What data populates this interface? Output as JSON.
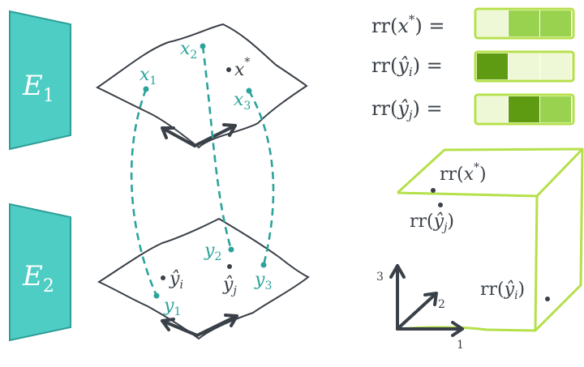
{
  "colors": {
    "teal": "#4ECDC4",
    "teal_dark": "#2E9E97",
    "teal_text": "#2BA39A",
    "ink": "#3A4048",
    "lime_border": "#B5E04A",
    "green_light": "#EEF8D6",
    "green_mid": "#98D24E",
    "green_dark": "#5E9A12",
    "cube_stroke": "#B5E04A"
  },
  "encoders": [
    {
      "letter": "E",
      "sub": "1"
    },
    {
      "letter": "E",
      "sub": "2"
    }
  ],
  "upper_points": {
    "x1": {
      "base": "x",
      "sub": "1"
    },
    "x2": {
      "base": "x",
      "sub": "2"
    },
    "x3": {
      "base": "x",
      "sub": "3"
    },
    "xstar": {
      "base": "x",
      "sup": "*"
    }
  },
  "lower_points": {
    "y1": {
      "base": "y",
      "sub": "1"
    },
    "y2": {
      "base": "y",
      "sub": "2"
    },
    "y3": {
      "base": "y",
      "sub": "3"
    },
    "yi": {
      "base": "ŷ",
      "sub": "i"
    },
    "yj": {
      "base": "ŷ",
      "sub": "j"
    }
  },
  "rr_rows": [
    {
      "prefix": "rr(",
      "arg": "x",
      "mark": "*",
      "mark_kind": "sup",
      "suffix": ") =",
      "cells": [
        "light",
        "mid",
        "mid"
      ]
    },
    {
      "prefix": "rr(",
      "arg": "ŷ",
      "mark": "i",
      "mark_kind": "sub",
      "suffix": ") =",
      "cells": [
        "dark",
        "light",
        "light"
      ]
    },
    {
      "prefix": "rr(",
      "arg": "ŷ",
      "mark": "j",
      "mark_kind": "sub",
      "suffix": ") =",
      "cells": [
        "light",
        "dark",
        "mid"
      ]
    }
  ],
  "cube": {
    "labels": {
      "rr_xstar": {
        "prefix": "rr(",
        "arg": "x",
        "mark": "*",
        "mark_kind": "sup",
        "suffix": ")"
      },
      "rr_yj": {
        "prefix": "rr(",
        "arg": "ŷ",
        "mark": "j",
        "mark_kind": "sub",
        "suffix": ")"
      },
      "rr_yi": {
        "prefix": "rr(",
        "arg": "ŷ",
        "mark": "i",
        "mark_kind": "sub",
        "suffix": ")"
      }
    },
    "axes": {
      "a1": "1",
      "a2": "2",
      "a3": "3"
    }
  }
}
